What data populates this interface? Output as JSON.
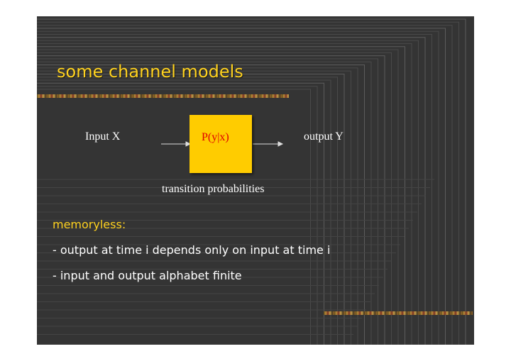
{
  "title": "some channel models",
  "diagram": {
    "input_label": "Input X",
    "box_label": "P(y|x)",
    "output_label": "output Y",
    "caption": "transition probabilities"
  },
  "body": {
    "heading": "memoryless:",
    "lines": [
      "- output at time i depends only on input at time i",
      "- input and output alphabet finite"
    ]
  },
  "colors": {
    "title": "#ffd21f",
    "box_fill": "#ffcc00",
    "box_label": "#e00000",
    "heading": "#ffd21f",
    "text": "#ffffff",
    "background": "#343434"
  }
}
